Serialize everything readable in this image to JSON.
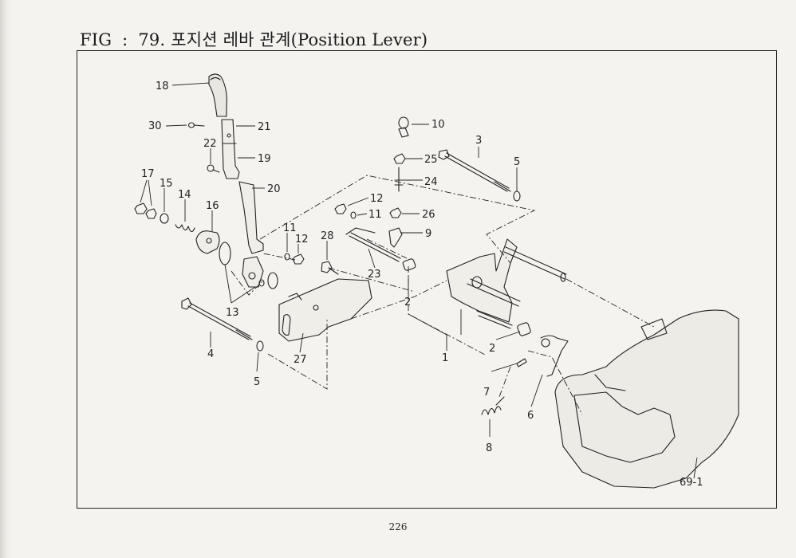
{
  "header": {
    "fig_label": "FIG",
    "separator": ":",
    "fig_number": "79.",
    "title_korean": "포지션 레바 관계",
    "title_english": "(Position Lever)"
  },
  "callouts": {
    "c18": "18",
    "c30": "30",
    "c21": "21",
    "c22": "22",
    "c19": "19",
    "c20": "20",
    "c17": "17",
    "c15": "15",
    "c14": "14",
    "c16": "16",
    "c11a": "11",
    "c12a": "12",
    "c13": "13",
    "c28": "28",
    "c23": "23",
    "c10": "10",
    "c25": "25",
    "c24": "24",
    "c12b": "12",
    "c11b": "11",
    "c26": "26",
    "c9": "9",
    "c3": "3",
    "c5a": "5",
    "c2a": "2",
    "c1": "1",
    "c2b": "2",
    "c7": "7",
    "c6": "6",
    "c8": "8",
    "c4": "4",
    "c5b": "5",
    "c27": "27",
    "c691": "69-1"
  },
  "footer": {
    "page_number": "226"
  },
  "colors": {
    "ink": "#222222",
    "paper": "#f4f3ef"
  }
}
